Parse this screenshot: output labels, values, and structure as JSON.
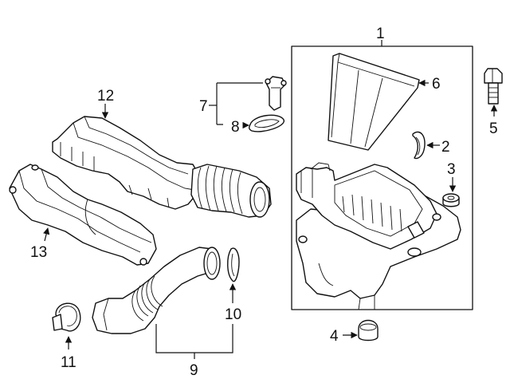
{
  "diagram": {
    "callouts": [
      "1",
      "2",
      "3",
      "4",
      "5",
      "6",
      "7",
      "8",
      "9",
      "10",
      "11",
      "12",
      "13"
    ]
  }
}
